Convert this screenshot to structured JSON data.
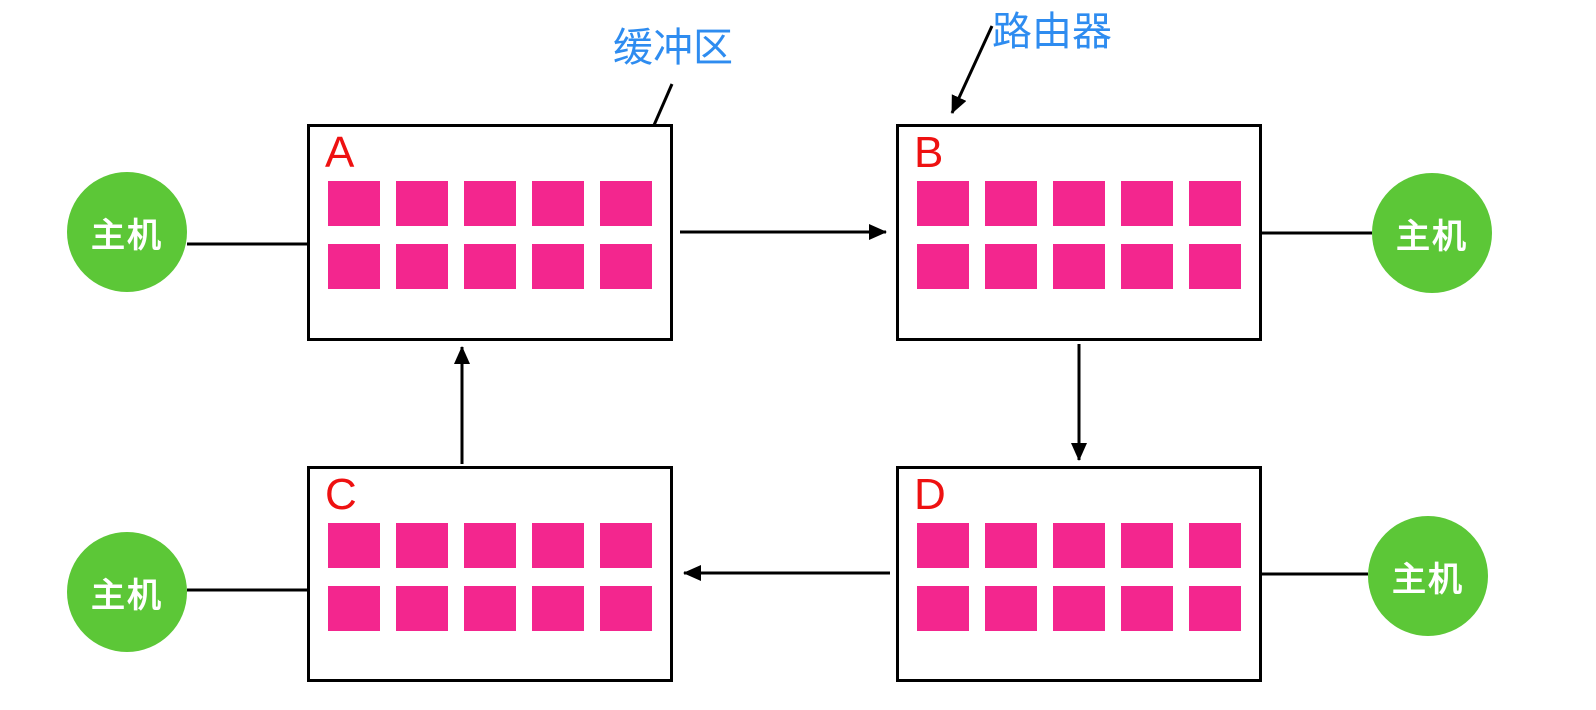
{
  "colors": {
    "buffer_square": "#F3268E",
    "host_circle": "#5CC737",
    "annotation_text": "#2E8CF0",
    "router_letter": "#EE1111",
    "connector": "#000000",
    "canvas_bg": "#FFFFFF"
  },
  "annotations": {
    "buffer_label": "缓冲区",
    "router_label": "路由器"
  },
  "routers": [
    {
      "label": "A",
      "buffer_rows": 2,
      "buffers_per_row": 5
    },
    {
      "label": "B",
      "buffer_rows": 2,
      "buffers_per_row": 5
    },
    {
      "label": "C",
      "buffer_rows": 2,
      "buffers_per_row": 5
    },
    {
      "label": "D",
      "buffer_rows": 2,
      "buffers_per_row": 5
    }
  ],
  "hosts": [
    {
      "label": "主机"
    },
    {
      "label": "主机"
    },
    {
      "label": "主机"
    },
    {
      "label": "主机"
    }
  ]
}
